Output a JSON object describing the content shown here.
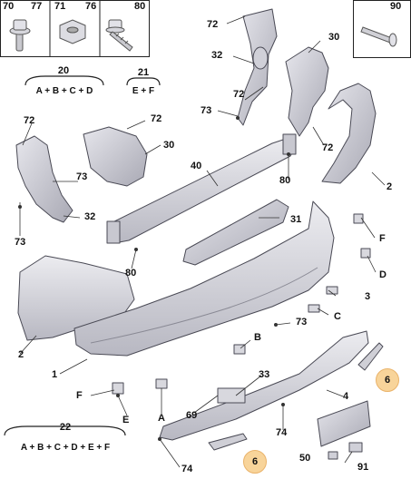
{
  "top_left_parts": [
    {
      "number": "70",
      "icon": "bolt-with-washer-icon"
    },
    {
      "number": "77",
      "icon": "bolt-with-washer-icon"
    },
    {
      "number": "71",
      "icon": "hex-nut-icon"
    },
    {
      "number": "76",
      "icon": "threaded-screw-icon"
    },
    {
      "number": "80",
      "icon": "threaded-screw-icon"
    }
  ],
  "top_right_part": {
    "number": "90",
    "icon": "pin-bolt-icon"
  },
  "formulas": [
    {
      "number": "20",
      "parts": "A + B + C + D"
    },
    {
      "number": "21",
      "parts": "E + F"
    },
    {
      "number": "22",
      "parts": "A + B + C + D + E + F"
    }
  ],
  "callouts": {
    "c72a": "72",
    "c32a": "32",
    "c30a": "30",
    "c73a": "73",
    "c72b": "72",
    "c80a": "80",
    "c2a": "2",
    "c72c": "72",
    "c72d": "72",
    "c30b": "30",
    "c40": "40",
    "c72e": "72",
    "c73b": "73",
    "c32b": "32",
    "c31": "31",
    "cF1": "F",
    "cF2": "F",
    "cD": "D",
    "c80b": "80",
    "c3": "3",
    "cC": "C",
    "c73c": "73",
    "c2b": "2",
    "cB": "B",
    "c1": "1",
    "c33": "33",
    "c4": "4",
    "c73d": "73",
    "cE": "E",
    "cA": "A",
    "c69": "69",
    "c74a": "74",
    "c50": "50",
    "c74b": "74",
    "c91": "91"
  },
  "highlighted": {
    "h6a": "6",
    "h6b": "6"
  },
  "colors": {
    "part_fill": "#dcdce2",
    "part_stroke": "#4a4a55",
    "highlight": "#f8d49a"
  }
}
